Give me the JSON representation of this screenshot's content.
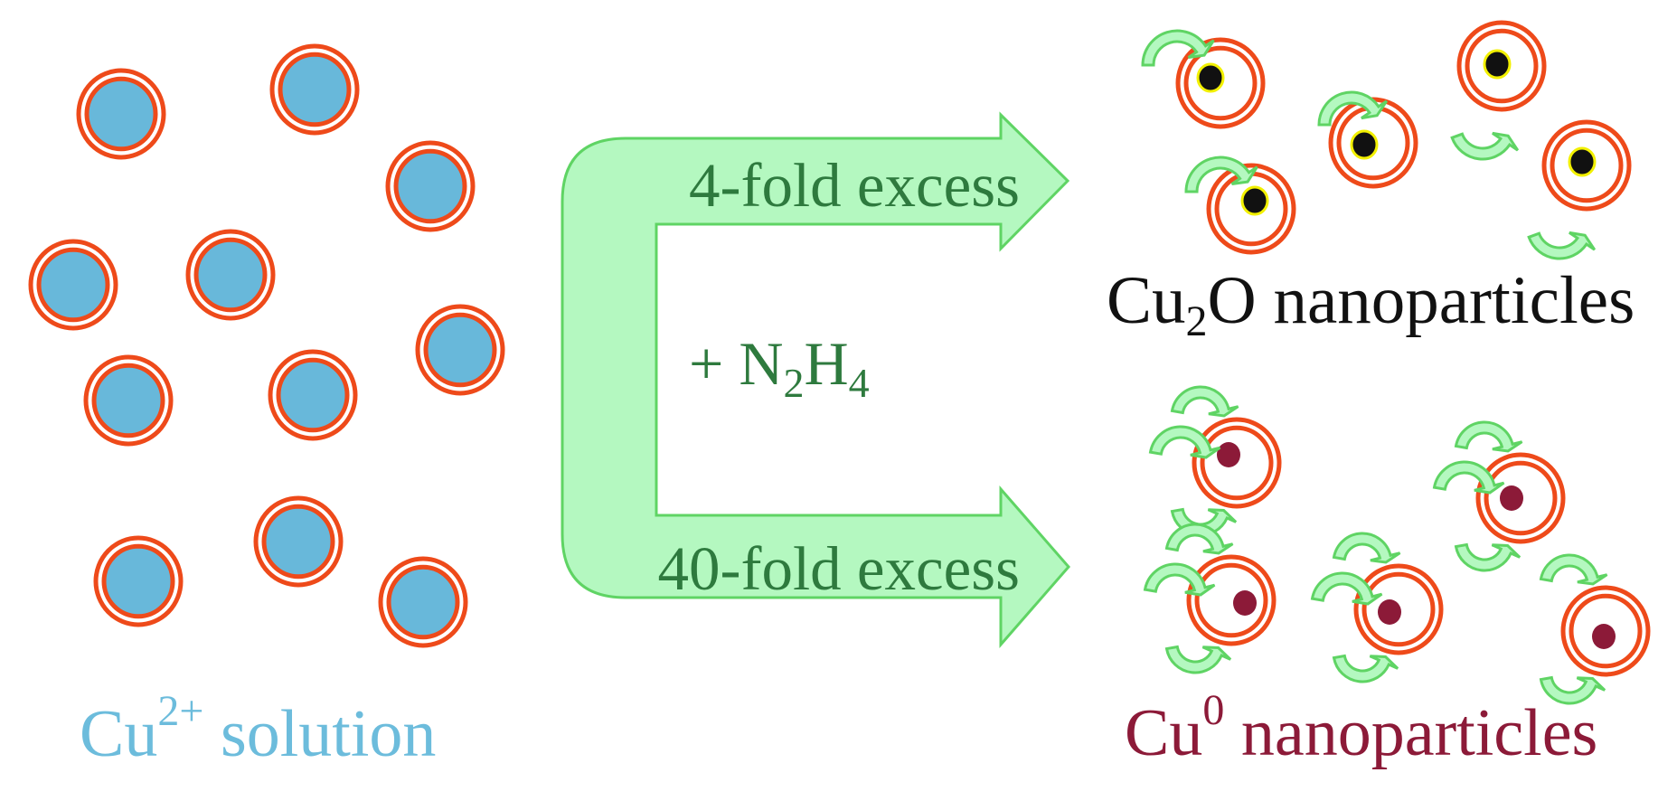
{
  "colors": {
    "ion_fill": "#68b8da",
    "shell": "#ee4a1a",
    "arrow_fill": "#b4f8c0",
    "arrow_stroke": "#5fd464",
    "arrow_text": "#2e7a3e",
    "cu2o_core": "#111111",
    "cu2o_core_ring": "#f2f000",
    "cu0_core": "#8c1a38",
    "cu2o_label": "#111111",
    "cu0_label": "#8c1a38",
    "solution_label": "#6cbcdc"
  },
  "reagent": {
    "prefix": "+ N",
    "sub1": "2",
    "mid": "H",
    "sub2": "4"
  },
  "paths": {
    "upper": {
      "label": "4-fold excess"
    },
    "lower": {
      "label": "40-fold excess"
    }
  },
  "starting": {
    "label_base": "Cu",
    "label_sup": "2+",
    "label_rest": " solution",
    "ion_count": 11
  },
  "products": {
    "cu2o": {
      "label_base": "Cu",
      "label_sub": "2",
      "label_rest": "O nanoparticles",
      "particle_count": 5,
      "arrows_per_particle": 1
    },
    "cu0": {
      "label_base": "Cu",
      "label_sup": "0",
      "label_rest": " nanoparticles",
      "particle_count": 5,
      "arrows_per_particle": 3
    }
  }
}
